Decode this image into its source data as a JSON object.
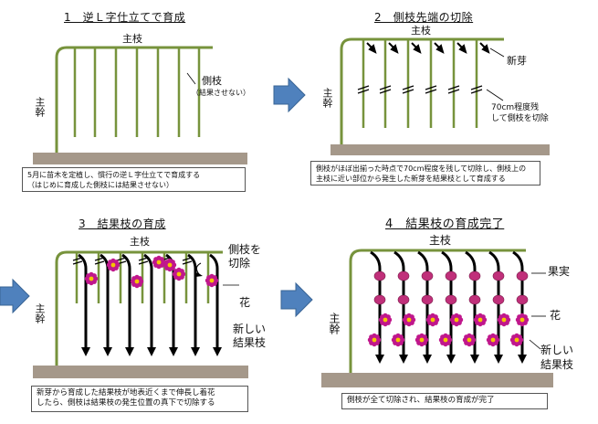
{
  "panels": [
    {
      "title": "1　逆Ｌ字仕立てで育成",
      "main_branch": "主枝",
      "trunk": "主幹",
      "side_branch": "側枝",
      "side_branch_note": "（結果させない）",
      "caption_lines": [
        "5月に苗木を定植し、慣行の逆Ｌ字仕立てで育成する",
        "（はじめに育成した側枝には結果させない）"
      ]
    },
    {
      "title": "2　側枝先端の切除",
      "main_branch": "主枝",
      "trunk": "主幹",
      "new_bud": "新芽",
      "cut_note_lines": [
        "70cm程度残",
        "して側枝を切除"
      ],
      "caption_lines": [
        "側枝がほぼ出揃った時点で70cm程度を残して切除し、側枝上の",
        "主枝に近い部位から発生した新芽を結果枝として育成する"
      ]
    },
    {
      "title": "3　結果枝の育成",
      "main_branch": "主枝",
      "trunk": "主幹",
      "cut_side_lines": [
        "側枝を",
        "切除"
      ],
      "flower": "花",
      "new_fruiting_lines": [
        "新しい",
        "結果枝"
      ],
      "caption_lines": [
        "新芽から育成した結果枝が地表近くまで伸長し着花",
        "したら、側枝は結果枝の発生位置の真下で切除する"
      ]
    },
    {
      "title": "4　結果枝の育成完了",
      "main_branch": "主枝",
      "trunk": "主幹",
      "fruit": "果実",
      "flower": "花",
      "new_fruiting_lines": [
        "新しい",
        "結果枝"
      ],
      "caption_lines": [
        "側枝が全て切除され、結果枝の育成が完了"
      ]
    }
  ],
  "colors": {
    "green": "#77933c",
    "soil": "#a5988a",
    "arrow": "#4f81bd",
    "flower": "#c0178c",
    "flower_center": "#f5c400",
    "fruit": "#c0307a"
  }
}
